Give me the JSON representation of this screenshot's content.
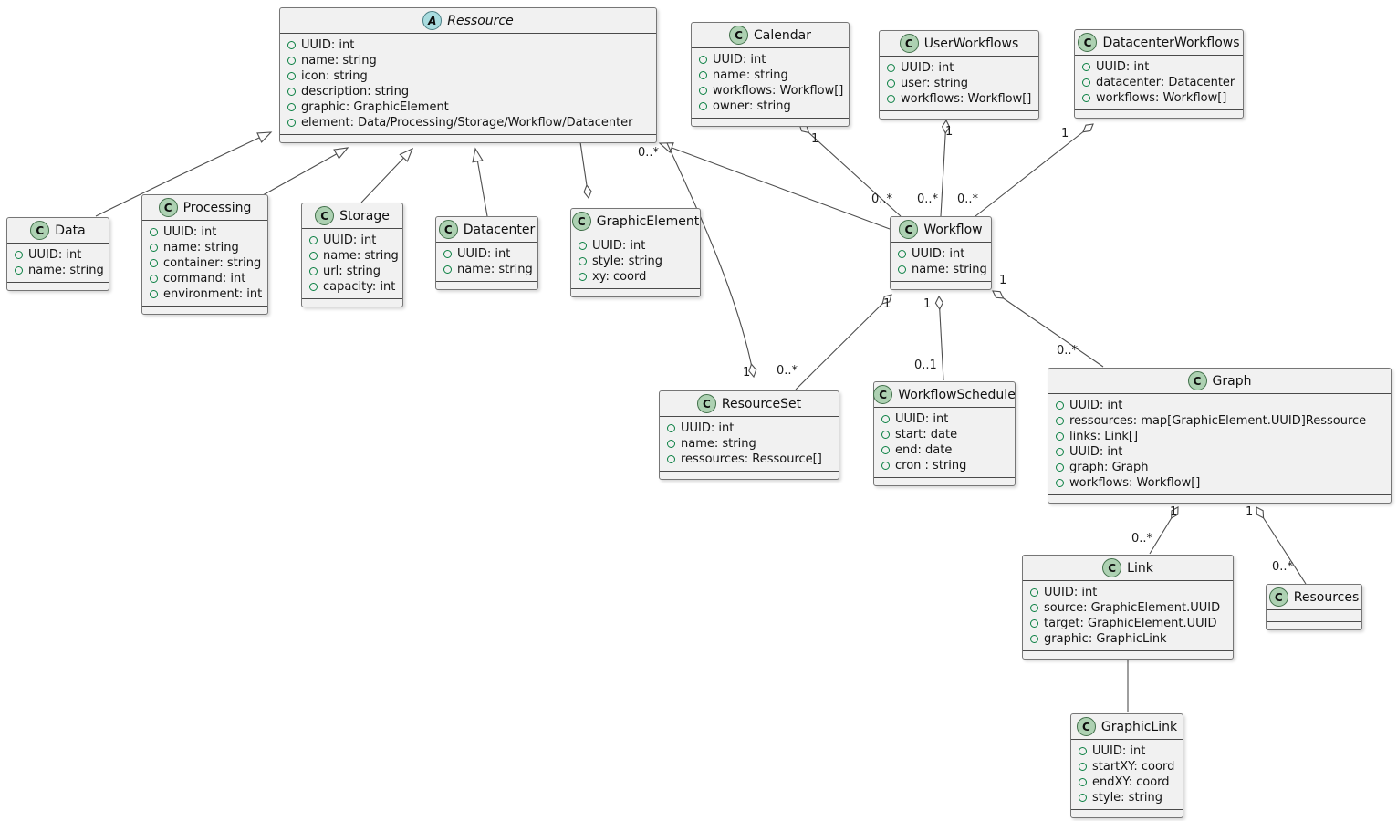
{
  "diagram": {
    "colors": {
      "box_fill": "#F1F1F1",
      "box_border": "#767676",
      "class_badge": "#ADD1B2",
      "abstract_badge": "#A9DCDF",
      "field_bullet": "#0B8043",
      "line": "#4E4E4E",
      "background": "#FFFFFF"
    },
    "classes": [
      {
        "id": "ressource",
        "badge": "A",
        "stereotype": "abstract",
        "name": "Ressource",
        "attributes": [
          "UUID: int",
          "name: string",
          "icon: string",
          "description: string",
          "graphic: GraphicElement",
          "element: Data/Processing/Storage/Workflow/Datacenter"
        ]
      },
      {
        "id": "data",
        "badge": "C",
        "stereotype": "class",
        "name": "Data",
        "attributes": [
          "UUID: int",
          "name: string"
        ]
      },
      {
        "id": "processing",
        "badge": "C",
        "stereotype": "class",
        "name": "Processing",
        "attributes": [
          "UUID: int",
          "name: string",
          "container: string",
          "command: int",
          "environment: int"
        ]
      },
      {
        "id": "storage",
        "badge": "C",
        "stereotype": "class",
        "name": "Storage",
        "attributes": [
          "UUID: int",
          "name: string",
          "url: string",
          "capacity: int"
        ]
      },
      {
        "id": "datacenter",
        "badge": "C",
        "stereotype": "class",
        "name": "Datacenter",
        "attributes": [
          "UUID: int",
          "name: string"
        ]
      },
      {
        "id": "graphicelement",
        "badge": "C",
        "stereotype": "class",
        "name": "GraphicElement",
        "attributes": [
          "UUID: int",
          "style: string",
          "xy: coord"
        ]
      },
      {
        "id": "calendar",
        "badge": "C",
        "stereotype": "class",
        "name": "Calendar",
        "attributes": [
          "UUID: int",
          "name: string",
          "workflows: Workflow[]",
          "owner: string"
        ]
      },
      {
        "id": "userworkflows",
        "badge": "C",
        "stereotype": "class",
        "name": "UserWorkflows",
        "attributes": [
          "UUID: int",
          "user: string",
          "workflows: Workflow[]"
        ]
      },
      {
        "id": "datacenterworkflows",
        "badge": "C",
        "stereotype": "class",
        "name": "DatacenterWorkflows",
        "attributes": [
          "UUID: int",
          "datacenter: Datacenter",
          "workflows: Workflow[]"
        ]
      },
      {
        "id": "workflow",
        "badge": "C",
        "stereotype": "class",
        "name": "Workflow",
        "attributes": [
          "UUID: int",
          "name: string"
        ]
      },
      {
        "id": "resourceset",
        "badge": "C",
        "stereotype": "class",
        "name": "ResourceSet",
        "attributes": [
          "UUID: int",
          "name: string",
          "ressources: Ressource[]"
        ]
      },
      {
        "id": "workflowschedule",
        "badge": "C",
        "stereotype": "class",
        "name": "WorkflowSchedule",
        "attributes": [
          "UUID: int",
          "start: date",
          "end: date",
          "cron : string"
        ]
      },
      {
        "id": "graph",
        "badge": "C",
        "stereotype": "class",
        "name": "Graph",
        "attributes": [
          "UUID: int",
          "ressources: map[GraphicElement.UUID]Ressource",
          "links: Link[]",
          "UUID: int",
          "graph: Graph",
          "workflows: Workflow[]"
        ]
      },
      {
        "id": "link",
        "badge": "C",
        "stereotype": "class",
        "name": "Link",
        "attributes": [
          "UUID: int",
          "source: GraphicElement.UUID",
          "target: GraphicElement.UUID",
          "graphic: GraphicLink"
        ]
      },
      {
        "id": "resources",
        "badge": "C",
        "stereotype": "class",
        "name": "Resources",
        "attributes": []
      },
      {
        "id": "graphiclink",
        "badge": "C",
        "stereotype": "class",
        "name": "GraphicLink",
        "attributes": [
          "UUID: int",
          "startXY: coord",
          "endXY: coord",
          "style: string"
        ]
      }
    ],
    "edges": [
      {
        "from": "Data",
        "to": "Ressource",
        "type": "extends"
      },
      {
        "from": "Processing",
        "to": "Ressource",
        "type": "extends"
      },
      {
        "from": "Storage",
        "to": "Ressource",
        "type": "extends"
      },
      {
        "from": "Datacenter",
        "to": "Ressource",
        "type": "extends"
      },
      {
        "from": "Workflow",
        "to": "Ressource",
        "type": "extends"
      },
      {
        "from": "Ressource",
        "to": "GraphicElement",
        "type": "aggregation",
        "diamond_at": "GraphicElement"
      },
      {
        "from": "ResourceSet",
        "to": "Ressource",
        "type": "aggregation",
        "diamond_at": "ResourceSet",
        "labels": {
          "ResourceSet": "1",
          "Ressource": "0..*"
        }
      },
      {
        "from": "Calendar",
        "to": "Workflow",
        "type": "aggregation",
        "diamond_at": "Calendar",
        "labels": {
          "Calendar": "1",
          "Workflow": "0..*"
        }
      },
      {
        "from": "UserWorkflows",
        "to": "Workflow",
        "type": "aggregation",
        "diamond_at": "UserWorkflows",
        "labels": {
          "UserWorkflows": "1",
          "Workflow": "0..*"
        }
      },
      {
        "from": "DatacenterWorkflows",
        "to": "Workflow",
        "type": "aggregation",
        "diamond_at": "DatacenterWorkflows",
        "labels": {
          "DatacenterWorkflows": "1",
          "Workflow": "0..*"
        }
      },
      {
        "from": "Workflow",
        "to": "ResourceSet",
        "type": "aggregation",
        "diamond_at": "Workflow",
        "labels": {
          "Workflow": "1",
          "ResourceSet": "0..*"
        }
      },
      {
        "from": "Workflow",
        "to": "WorkflowSchedule",
        "type": "aggregation",
        "diamond_at": "Workflow",
        "labels": {
          "Workflow": "1",
          "WorkflowSchedule": "0..1"
        }
      },
      {
        "from": "Workflow",
        "to": "Graph",
        "type": "aggregation",
        "diamond_at": "Workflow",
        "labels": {
          "Workflow": "1",
          "Graph": "0..*"
        }
      },
      {
        "from": "Graph",
        "to": "Link",
        "type": "aggregation",
        "diamond_at": "Graph",
        "labels": {
          "Graph": "1",
          "Link": "0..*"
        }
      },
      {
        "from": "Graph",
        "to": "Resources",
        "type": "aggregation",
        "diamond_at": "Graph",
        "labels": {
          "Graph": "1",
          "Resources": "0..*"
        }
      },
      {
        "from": "Link",
        "to": "GraphicLink",
        "type": "association"
      }
    ]
  }
}
